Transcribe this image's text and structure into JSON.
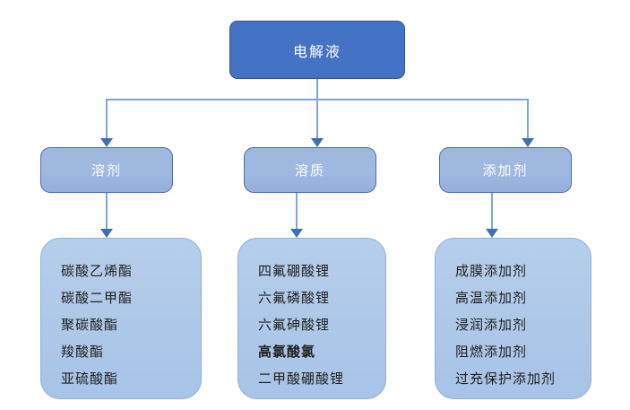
{
  "diagram": {
    "title_node": {
      "label": "电解液",
      "fill": "#4472C4",
      "border": "#2F5597",
      "text_color": "#FFFFFF"
    },
    "categories": [
      {
        "label": "溶剂",
        "items": [
          {
            "text": "碳酸乙烯酯",
            "emphasis": false
          },
          {
            "text": "碳酸二甲酯",
            "emphasis": false
          },
          {
            "text": "聚碳酸酯",
            "emphasis": false
          },
          {
            "text": "羧酸酯",
            "emphasis": false
          },
          {
            "text": "亚硫酸酯",
            "emphasis": false
          }
        ]
      },
      {
        "label": "溶质",
        "items": [
          {
            "text": "四氟硼酸锂",
            "emphasis": false
          },
          {
            "text": "六氟磷酸锂",
            "emphasis": false
          },
          {
            "text": "六氟砷酸锂",
            "emphasis": false
          },
          {
            "text": "高氯酸氯",
            "emphasis": true
          },
          {
            "text": "二甲酸硼酸锂",
            "emphasis": false
          }
        ]
      },
      {
        "label": "添加剂",
        "items": [
          {
            "text": "成膜添加剂",
            "emphasis": false
          },
          {
            "text": "高温添加剂",
            "emphasis": false
          },
          {
            "text": "浸润添加剂",
            "emphasis": false
          },
          {
            "text": "阻燃添加剂",
            "emphasis": false
          },
          {
            "text": "过充保护添加剂",
            "emphasis": false
          }
        ]
      }
    ],
    "colors": {
      "mid_fill": "#9FB9E0",
      "mid_border": "#4A6FB0",
      "list_fill": "#AFC9E8",
      "list_border": "#8FB0D8",
      "connector": "#7FA6D8",
      "arrow": "#3E6FB5"
    }
  }
}
